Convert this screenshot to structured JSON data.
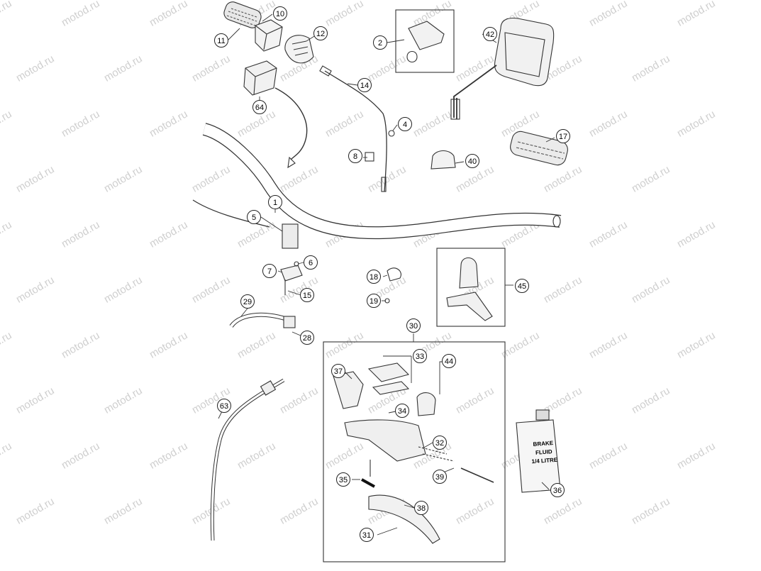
{
  "watermark": "motod.ru",
  "callouts": [
    "10",
    "11",
    "12",
    "2",
    "42",
    "14",
    "64",
    "4",
    "17",
    "8",
    "40",
    "1",
    "5",
    "6",
    "7",
    "15",
    "18",
    "19",
    "45",
    "29",
    "28",
    "30",
    "33",
    "44",
    "37",
    "34",
    "63",
    "32",
    "35",
    "39",
    "38",
    "31",
    "36"
  ],
  "bottle_label": {
    "line1": "BRAKE",
    "line2": "FLUID",
    "line3": "1/4 LITRE"
  }
}
